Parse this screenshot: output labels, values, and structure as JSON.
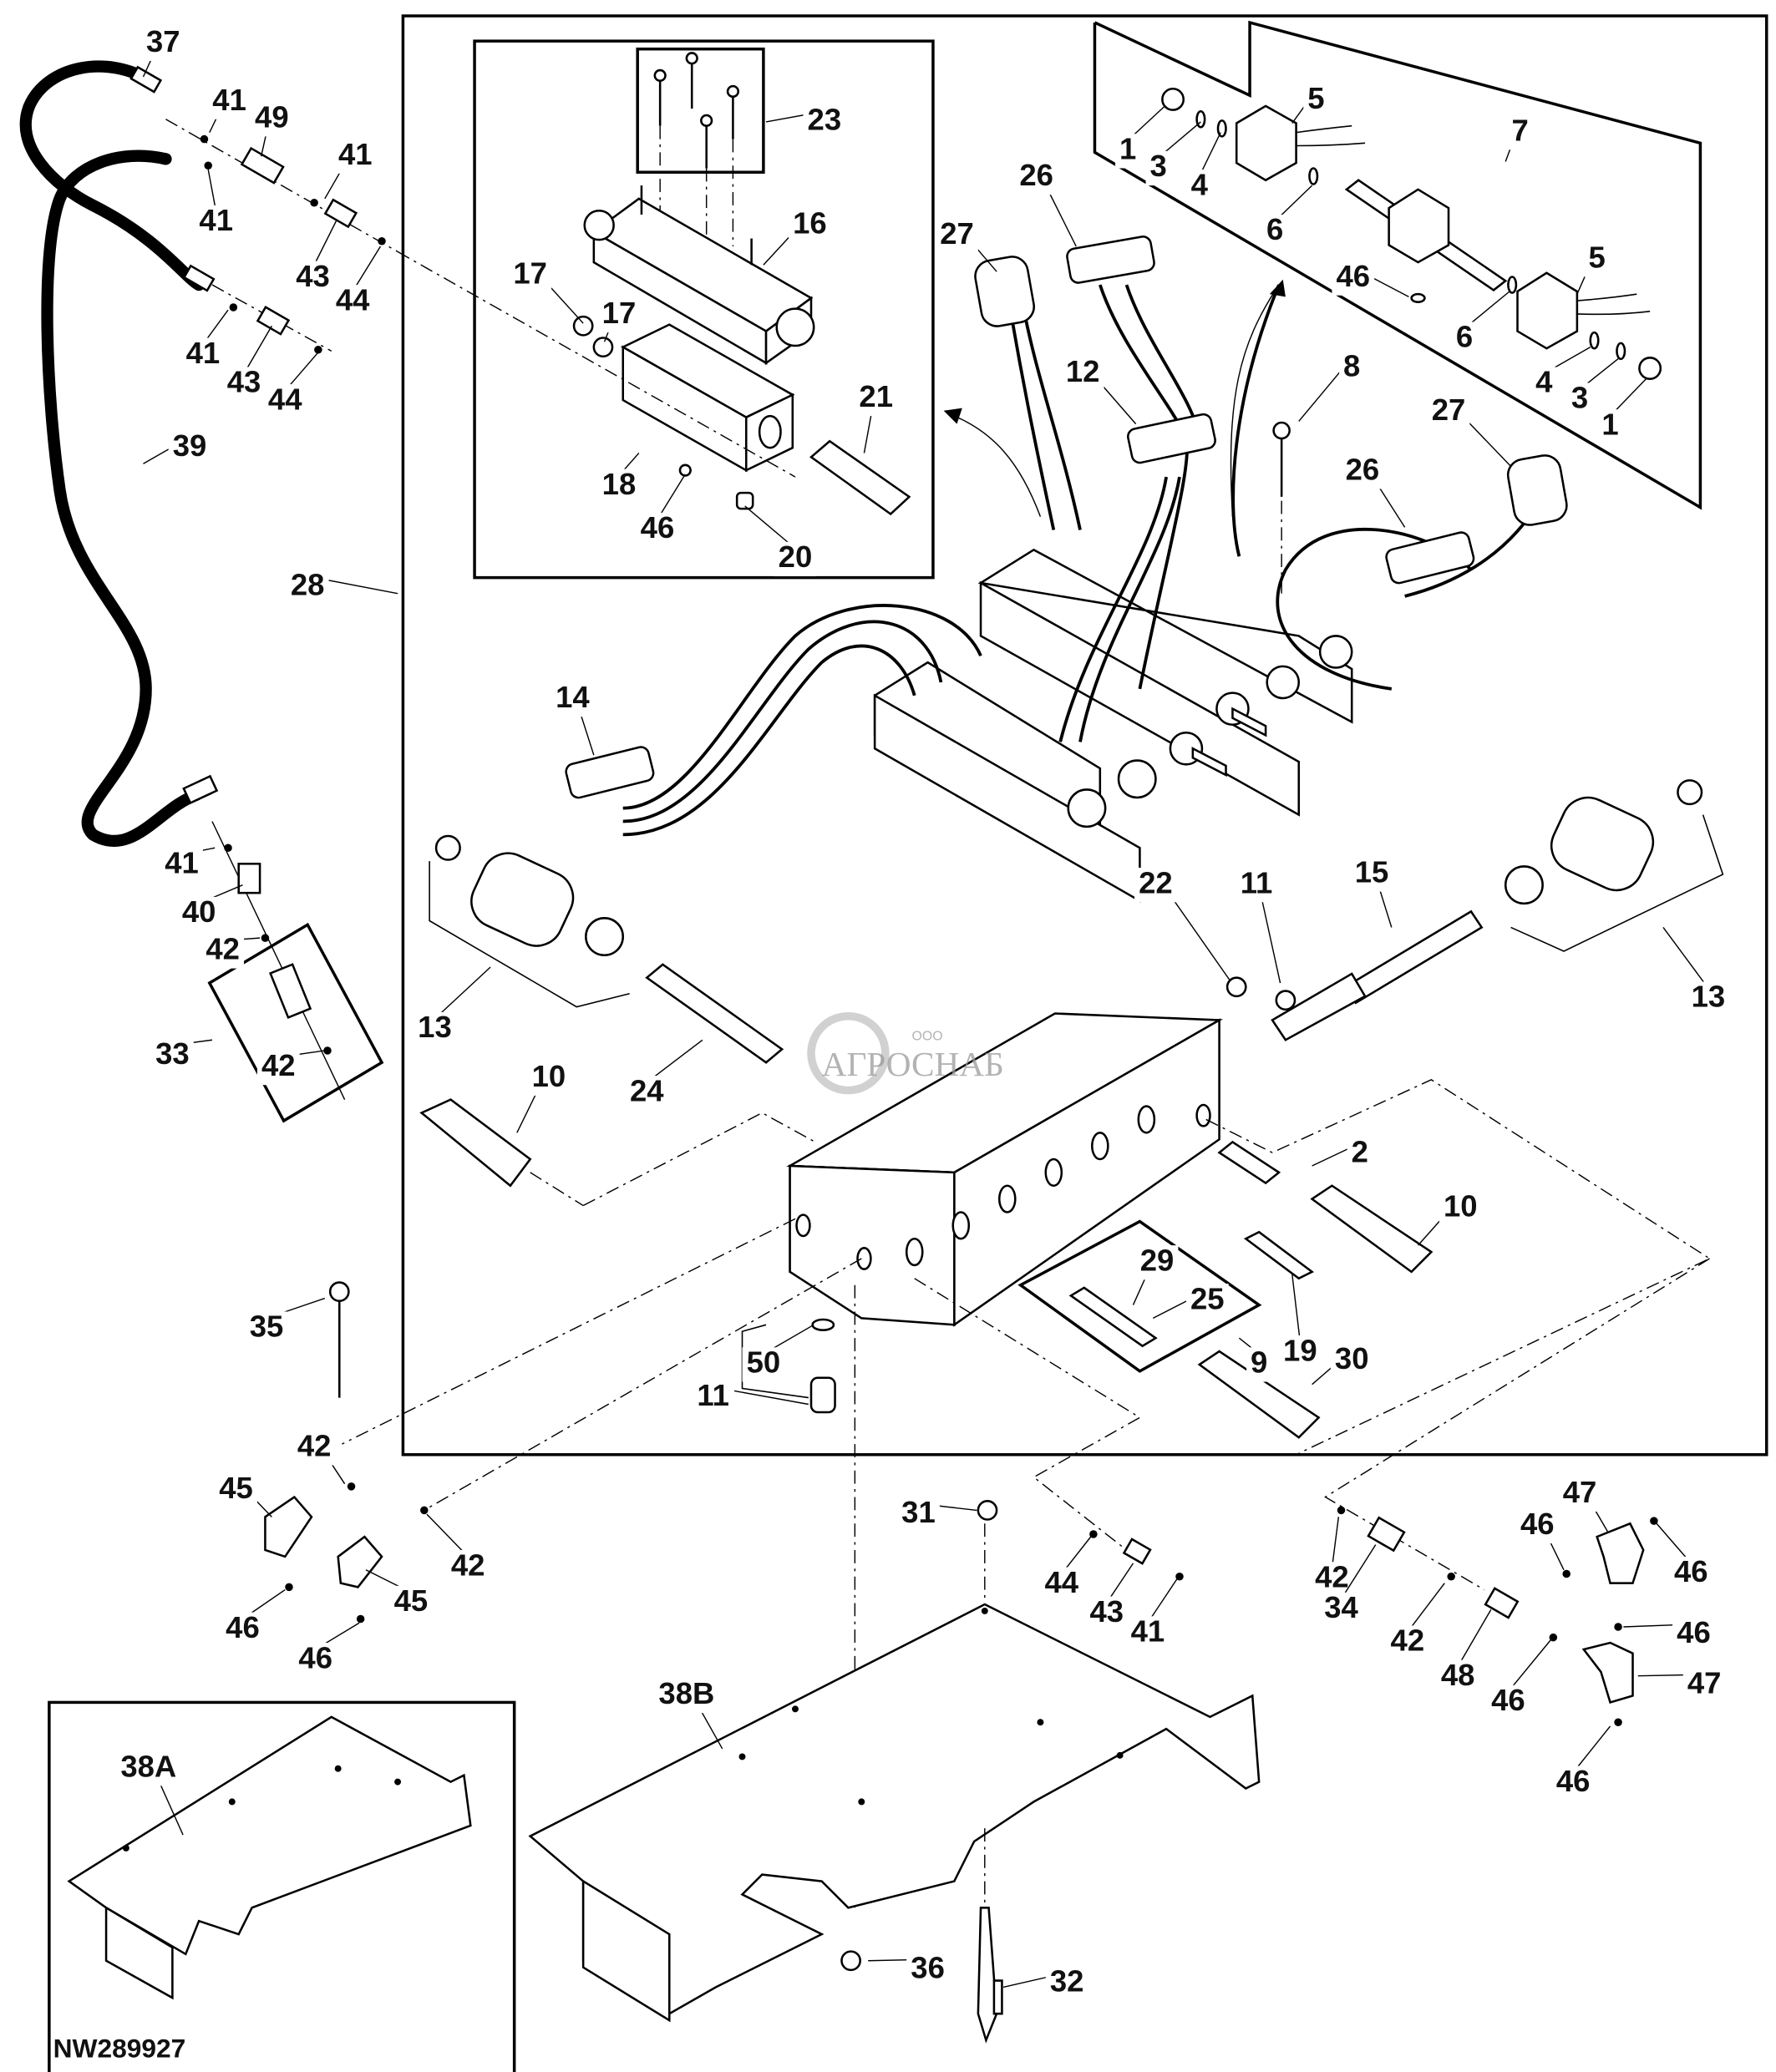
{
  "figure": {
    "id": "NW289927",
    "watermark": {
      "company_prefix": "ООО",
      "company_name": "АГРОСНАБ"
    }
  },
  "callouts": [
    "37",
    "41",
    "49",
    "41",
    "41",
    "43",
    "44",
    "41",
    "43",
    "44",
    "39",
    "28",
    "23",
    "16",
    "17",
    "17",
    "18",
    "46",
    "21",
    "20",
    "26",
    "27",
    "12",
    "5",
    "1",
    "3",
    "4",
    "6",
    "7",
    "46",
    "6",
    "5",
    "4",
    "3",
    "1",
    "8",
    "27",
    "26",
    "14",
    "13",
    "22",
    "11",
    "15",
    "13",
    "24",
    "10",
    "2",
    "10",
    "29",
    "25",
    "9",
    "19",
    "30",
    "35",
    "50",
    "11",
    "41",
    "40",
    "42",
    "33",
    "42",
    "42",
    "45",
    "42",
    "45",
    "46",
    "46",
    "31",
    "44",
    "43",
    "41",
    "47",
    "46",
    "46",
    "42",
    "34",
    "42",
    "48",
    "46",
    "46",
    "47",
    "46",
    "38A",
    "38B",
    "36",
    "32"
  ],
  "insets": {
    "valve_detail": "valve-detail-inset",
    "coil_kit": "coil-kit-inset",
    "plate_38a": "plate-38a-inset",
    "plug_kit_33": "plug-kit-inset",
    "check_kit_9": "check-kit-inset"
  }
}
